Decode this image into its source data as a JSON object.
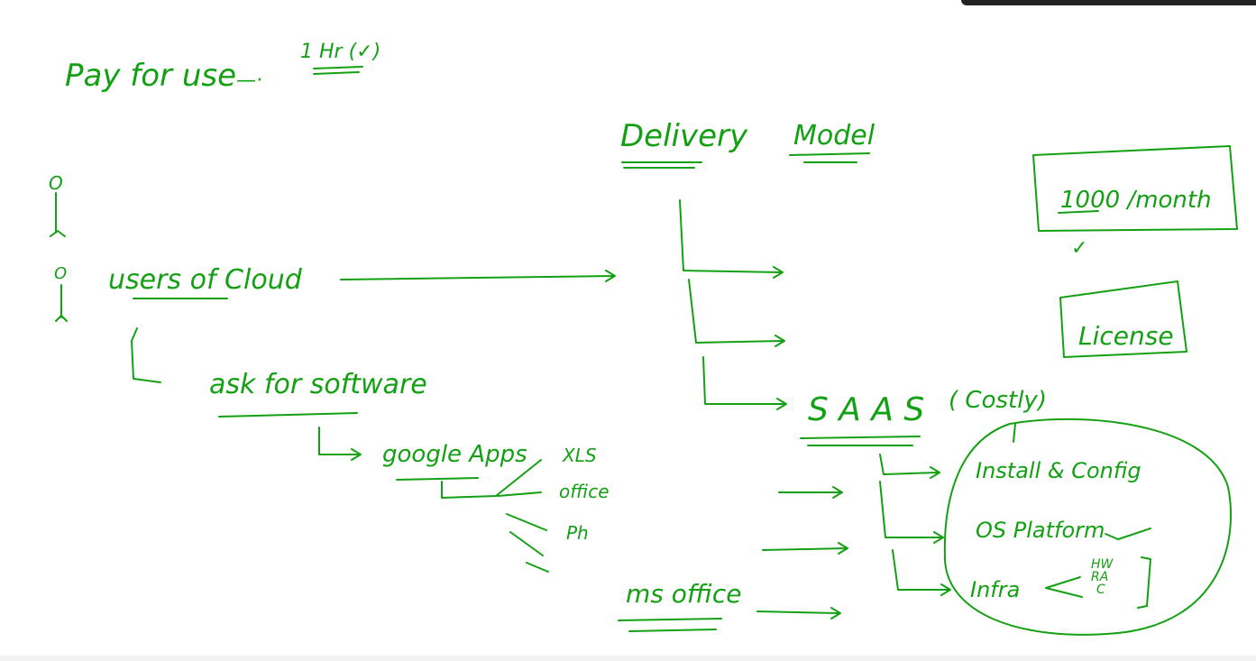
{
  "ink_color": "#13a013",
  "texts": {
    "pay_for_use": "Pay for use",
    "arrow_dash": "—·",
    "one_hr": "1 Hr (✓)",
    "users_of_cloud": "users of Cloud",
    "ask_for_software": "ask for software",
    "google_apps": "google Apps",
    "xls": "XLS",
    "office": "office",
    "ph": "Ph",
    "delivery": "Delivery",
    "model": "Model",
    "saas": "S A A S",
    "costly": "( Costly)",
    "thousand_month": "1000 /month",
    "checkmark": "✓",
    "license": "License",
    "install_config": "Install  &  Config",
    "os_platform": "OS Platform",
    "infra": "Infra",
    "infra_sub": "HW\nRA\nC",
    "ms_office": "ms office",
    "person_marker_top": "O",
    "person_marker_bottom": "O"
  }
}
